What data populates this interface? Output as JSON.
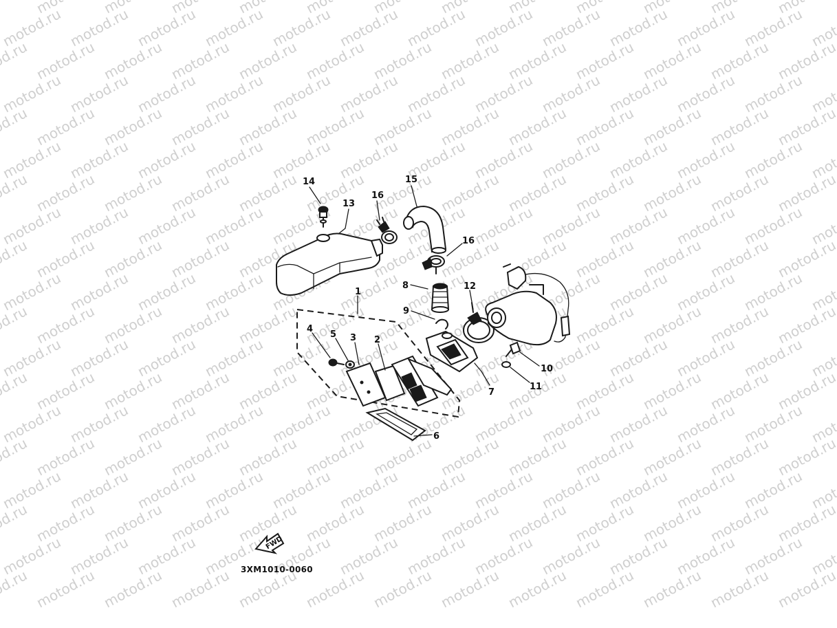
{
  "watermark": "motod.ru",
  "callouts": [
    "1",
    "2",
    "3",
    "4",
    "5",
    "6",
    "7",
    "8",
    "9",
    "10",
    "11",
    "12",
    "13",
    "14",
    "15",
    "16",
    "16"
  ],
  "fwd_label": "FWD",
  "drawing_code": "3XM1010-0060"
}
